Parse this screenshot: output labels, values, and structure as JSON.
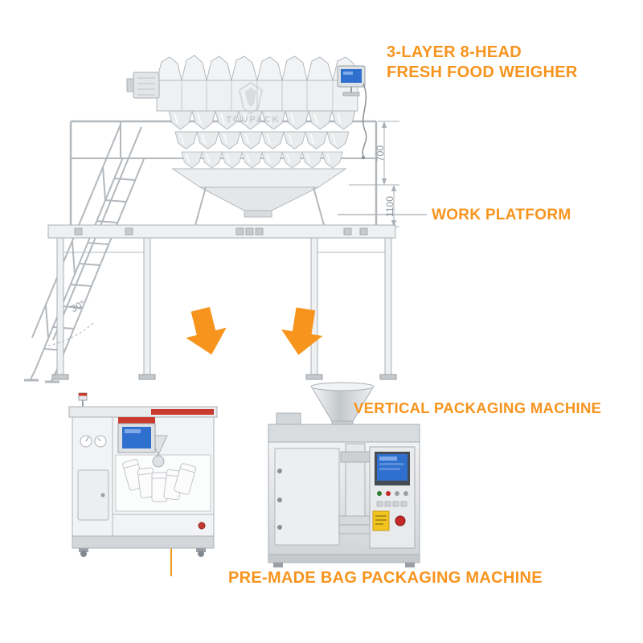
{
  "colors": {
    "accent_orange": "#f7941e",
    "line_gray": "#aab0b6",
    "dim_text_gray": "#8f959b",
    "screen_blue": "#2f6fce",
    "warning_yellow": "#f2c41d",
    "alert_red": "#c8392e"
  },
  "top_section": {
    "weigher_label": {
      "line1": "3-LAYER 8-HEAD",
      "line2": "FRESH FOOD WEIGHER"
    },
    "work_platform_label": "WORK PLATFORM",
    "dimensions": {
      "upper_height": "700",
      "lower_height": "1100",
      "ladder_angle": "30°"
    },
    "watermark_brand": "TOUPACK"
  },
  "bottom_section": {
    "vertical_machine_label": "VERTICAL PACKAGING MACHINE",
    "premade_machine_label": "PRE-MADE BAG PACKAGING MACHINE"
  }
}
